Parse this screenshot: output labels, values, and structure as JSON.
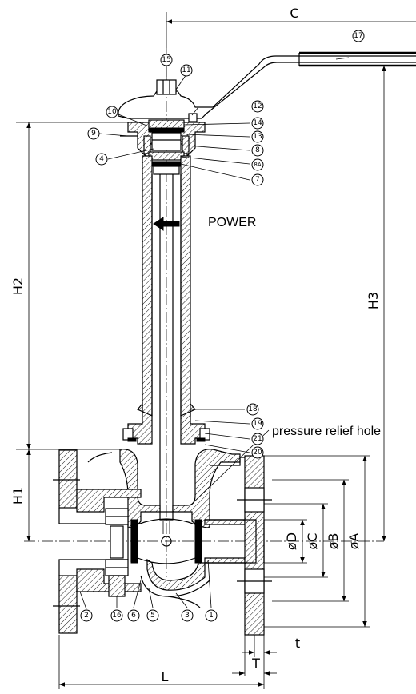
{
  "dimensions": {
    "C": "C",
    "H1": "H1",
    "H2": "H2",
    "H3": "H3",
    "L": "L",
    "T": "T",
    "t": "t",
    "dA": "øA",
    "dB": "øB",
    "dC": "øC",
    "dD": "øD"
  },
  "annotations": {
    "flow": "POWER",
    "relief": "pressure relief hole"
  },
  "parts": {
    "p1": "1",
    "p2": "2",
    "p3": "3",
    "p4": "4",
    "p5": "5",
    "p6": "6",
    "p7": "7",
    "p8": "8",
    "p8a": "8A",
    "p9": "9",
    "p10": "10",
    "p11": "11",
    "p12": "12",
    "p13": "13",
    "p14": "14",
    "p15": "15",
    "p16": "16",
    "p17": "17",
    "p18": "18",
    "p19": "19",
    "p20": "20",
    "p21": "21"
  }
}
